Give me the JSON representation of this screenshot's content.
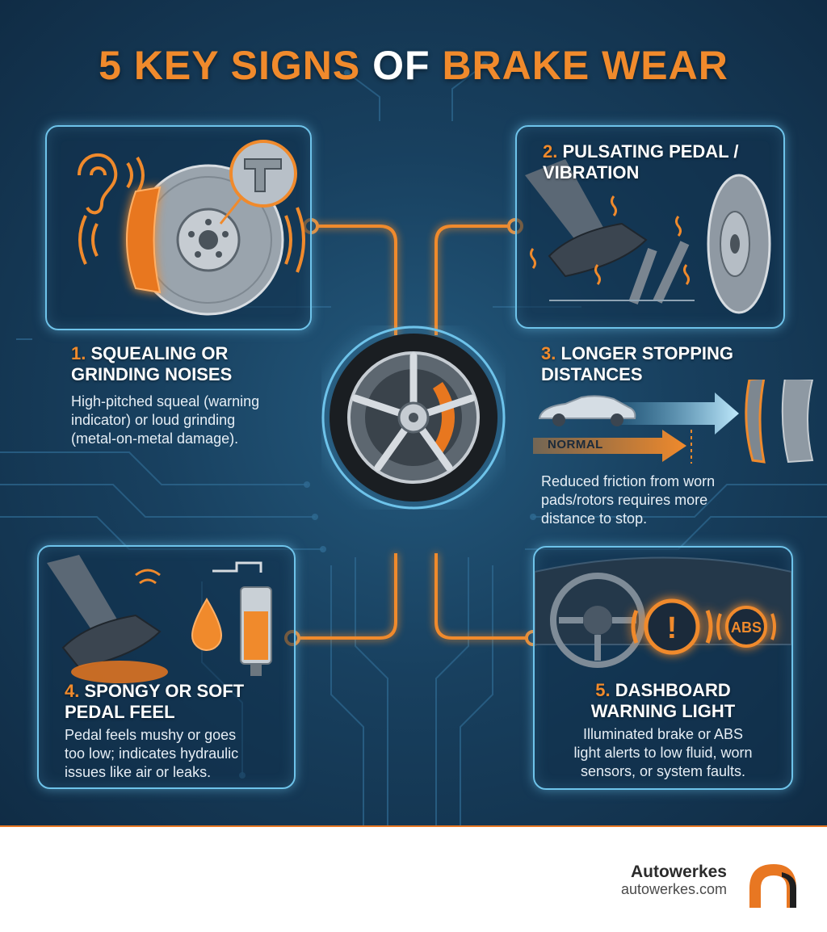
{
  "title": {
    "part1": "5 KEY SIGNS ",
    "part2": "OF",
    "part3": " BRAKE WEAR"
  },
  "signs": [
    {
      "number": "1.",
      "line1": "SQUEALING OR",
      "line2": "GRINDING NOISES",
      "body": [
        "High-pitched squeal (warning",
        "indicator) or loud grinding",
        "(metal-on-metal damage)."
      ]
    },
    {
      "number": "2.",
      "line1": "PULSATING PEDAL /",
      "line2": "VIBRATION",
      "body": []
    },
    {
      "number": "3.",
      "line1": "LONGER STOPPING",
      "line2": "DISTANCES",
      "label": "NORMAL",
      "body": [
        "Reduced friction from worn",
        "pads/rotors requires more",
        "distance to stop."
      ]
    },
    {
      "number": "4.",
      "line1": "SPONGY OR SOFT",
      "line2": "PEDAL FEEL",
      "body": [
        "Pedal feels mushy or goes",
        "too low; indicates hydraulic",
        "issues like air or leaks."
      ]
    },
    {
      "number": "5.",
      "line1": "DASHBOARD",
      "line2": "WARNING LIGHT",
      "abs_label": "ABS",
      "warning_symbol": "!",
      "body": [
        "Illuminated brake or ABS",
        "light alerts to low fluid, worn",
        "sensors, or system faults."
      ]
    }
  ],
  "footer": {
    "brand": "Autowerkes",
    "url": "autowerkes.com"
  },
  "colors": {
    "accent": "#f08a2c",
    "glow": "#6ec3ea",
    "background": "#18405f"
  },
  "icons": [
    "ear-icon",
    "brake-disc-icon",
    "caliper-icon",
    "foot-pedal-icon",
    "rotor-icon",
    "car-icon",
    "brake-pad-icon",
    "fluid-drop-icon",
    "reservoir-icon",
    "steering-wheel-icon",
    "brake-warning-icon",
    "abs-warning-icon",
    "wheel-icon",
    "autowerkes-logo"
  ]
}
